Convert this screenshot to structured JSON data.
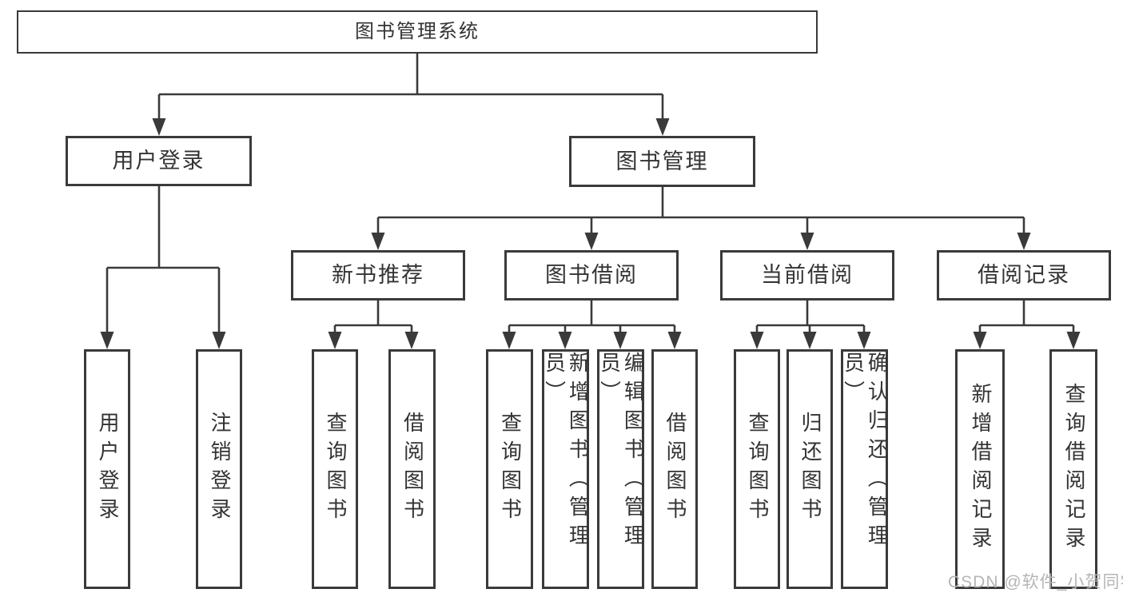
{
  "tree": {
    "label": "图书管理系统",
    "children": [
      {
        "label": "用户登录",
        "children": [
          {
            "label": "用户登录"
          },
          {
            "label": "注销登录"
          }
        ]
      },
      {
        "label": "图书管理",
        "children": [
          {
            "label": "新书推荐",
            "children": [
              {
                "label": "查询图书"
              },
              {
                "label": "借阅图书"
              }
            ]
          },
          {
            "label": "图书借阅",
            "children": [
              {
                "label": "查询图书"
              },
              {
                "label": "新增图书（管理员）"
              },
              {
                "label": "编辑图书（管理员）"
              },
              {
                "label": "借阅图书"
              }
            ]
          },
          {
            "label": "当前借阅",
            "children": [
              {
                "label": "查询图书"
              },
              {
                "label": "归还图书"
              },
              {
                "label": "确认归还（管理员）"
              }
            ]
          },
          {
            "label": "借阅记录",
            "children": [
              {
                "label": "新增借阅记录"
              },
              {
                "label": "查询借阅记录"
              }
            ]
          }
        ]
      }
    ]
  },
  "watermark": {
    "text": "CSDN @软件_小贺同学"
  },
  "colors": {
    "line": "#3a3a3a",
    "text": "#333333",
    "watermark": "#b5b5b5",
    "background": "#ffffff"
  }
}
